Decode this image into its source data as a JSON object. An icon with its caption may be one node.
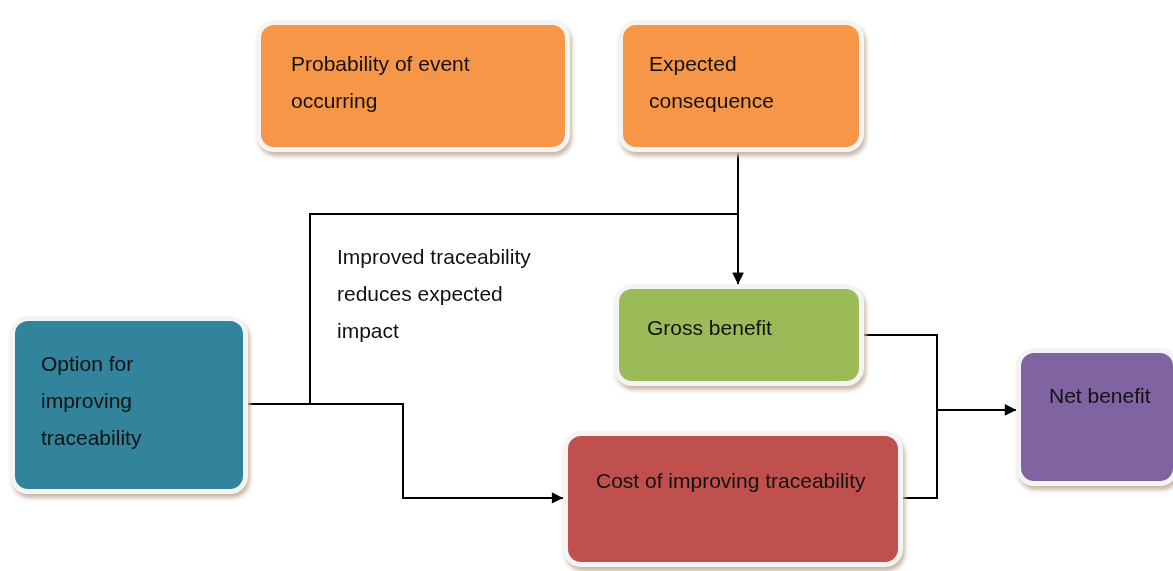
{
  "diagram": {
    "nodes": [
      {
        "text": [
          "Probability of event occurring"
        ]
      },
      {
        "text": [
          "Expected consequence"
        ]
      },
      {
        "text": [
          "Option for improving traceability"
        ]
      },
      {
        "text": [
          "Gross benefit"
        ]
      },
      {
        "text": [
          "Net benefit"
        ]
      },
      {
        "text": [
          "Cost of improving traceability"
        ]
      }
    ],
    "edges": [
      {
        "from": 2,
        "to": 3,
        "arrow": "to",
        "label": "Improved traceability reduces expected impact"
      },
      {
        "from": 1,
        "to": 3,
        "arrow": "to"
      },
      {
        "from": 2,
        "to": 5,
        "arrow": "to"
      },
      {
        "from": 3,
        "to": 4,
        "arrow": "to"
      },
      {
        "from": 5,
        "to": 4,
        "arrow": "to"
      }
    ]
  }
}
